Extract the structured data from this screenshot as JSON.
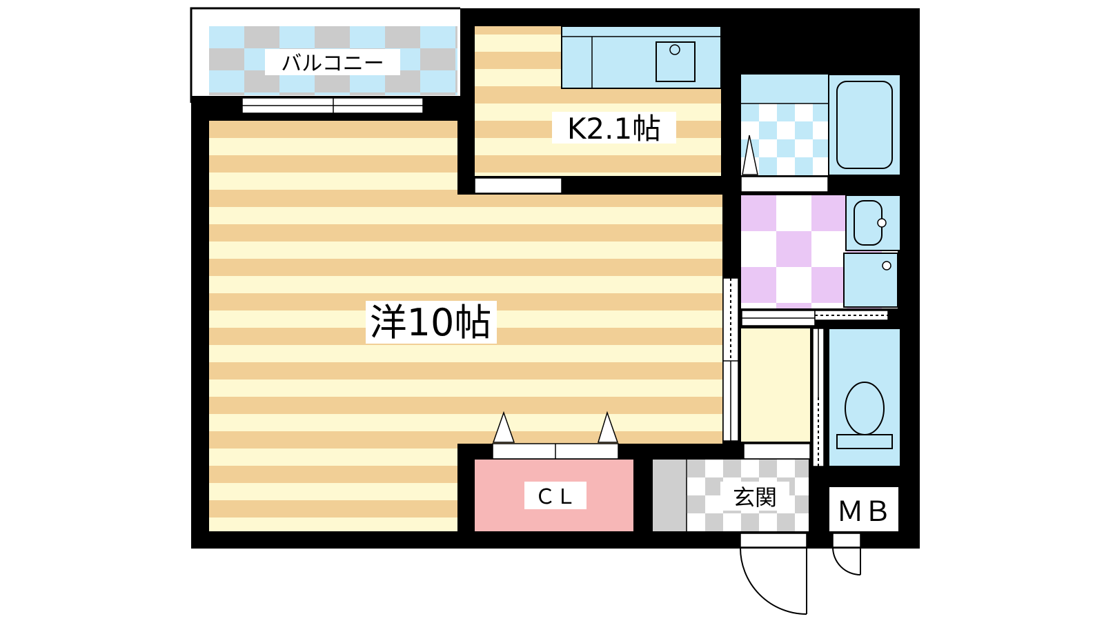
{
  "floor_plan": {
    "rooms": {
      "balcony": "バルコニー",
      "kitchen": "K2.1帖",
      "western_room": "洋10帖",
      "closet": "ＣＬ",
      "entrance": "玄関",
      "meter_box": "ＭＢ"
    },
    "colors": {
      "wall": "#000000",
      "floor_stripe_tan": "#f1cf96",
      "floor_stripe_cream": "#fef9d2",
      "balcony_blue": "#c3e9f9",
      "balcony_gray": "#cbcbcb",
      "wet_blue": "#c1e9f8",
      "lavatory_purple": "#eac7f5",
      "closet_pink": "#f7b7b7",
      "entrance_gray": "#cfcfcf"
    },
    "icons": [
      "bathtub-icon",
      "washbasin-icon",
      "washing-machine-icon",
      "toilet-icon",
      "sink-icon",
      "door-swing-icon"
    ]
  }
}
